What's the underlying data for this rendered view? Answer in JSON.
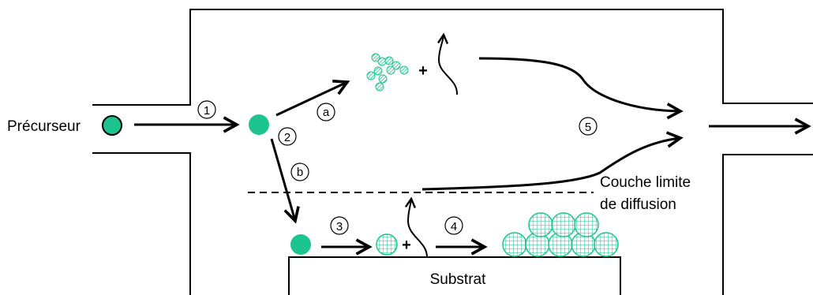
{
  "labels": {
    "precursor": "Précurseur",
    "boundary_layer_line1": "Couche limite",
    "boundary_layer_line2": "de diffusion",
    "substrate": "Substrat"
  },
  "steps": {
    "s1": "1",
    "s2": "2",
    "s3": "3",
    "s4": "4",
    "s5": "5",
    "sa": "a",
    "sb": "b"
  },
  "plus_signs": {
    "gas": "+",
    "surface": "+"
  },
  "colors": {
    "molecule": "#1ec48f",
    "hatch": "#1ec48f",
    "stroke": "#000000"
  },
  "icons": {
    "precursor_molecule": "filled-circle",
    "gas_cluster": "hatched-circle-cluster",
    "surface_nucleus": "grid-circle",
    "film_grains": "grid-circle-stack"
  }
}
